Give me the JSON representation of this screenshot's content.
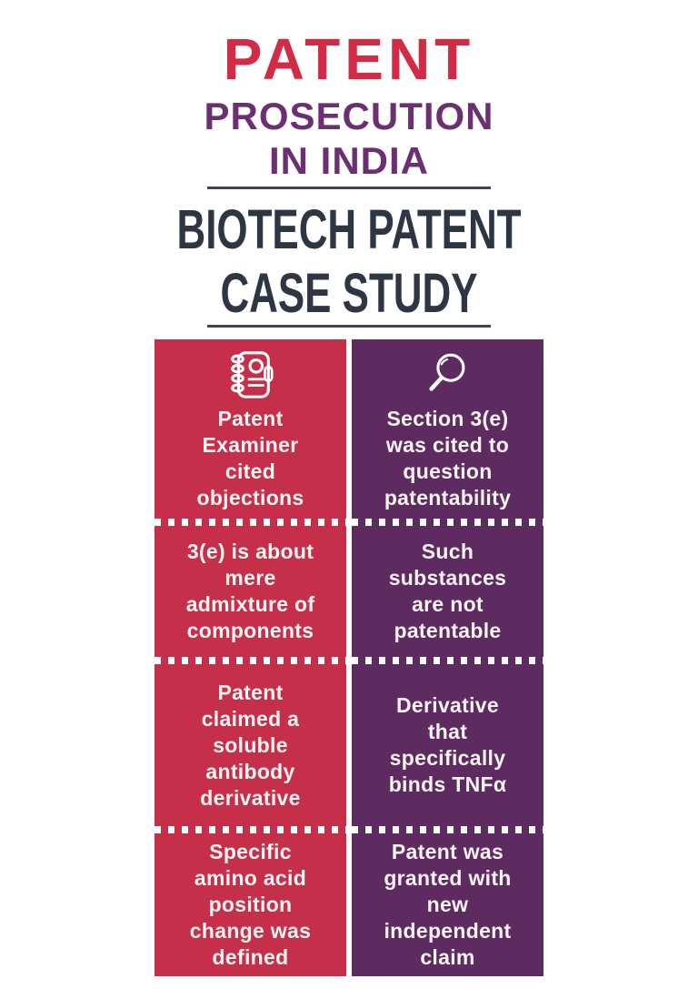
{
  "header": {
    "title": "PATENT",
    "subtitle": "PROSECUTION\nIN INDIA",
    "section_title": "BIOTECH PATENT\nCASE STUDY"
  },
  "colors": {
    "title_red": "#D32B46",
    "title_purple": "#6C2F72",
    "section_navy": "#2E3644",
    "rule": "#3E4452",
    "cell_red": "#C52F49",
    "cell_purple": "#5D2B5F",
    "cell_text": "#FBF3F4",
    "page_bg": "#FFFFFF"
  },
  "grid": {
    "left_column": {
      "color": "#C52F49",
      "icon": "spiral-notebook-icon",
      "cells": [
        "Patent\nExaminer\ncited\nobjections",
        "3(e) is about\nmere\nadmixture of\ncomponents",
        "Patent\nclaimed a\nsoluble\nantibody\nderivative",
        "Specific\namino acid\nposition\nchange was\ndefined"
      ]
    },
    "right_column": {
      "color": "#5D2B5F",
      "icon": "magnifying-glass-icon",
      "cells": [
        "Section 3(e)\nwas cited to\nquestion\npatentability",
        "Such\nsubstances\nare not\npatentable",
        "Derivative\nthat\nspecifically\nbinds TNFα",
        "Patent was\ngranted with\nnew\nindependent\nclaim"
      ]
    }
  }
}
